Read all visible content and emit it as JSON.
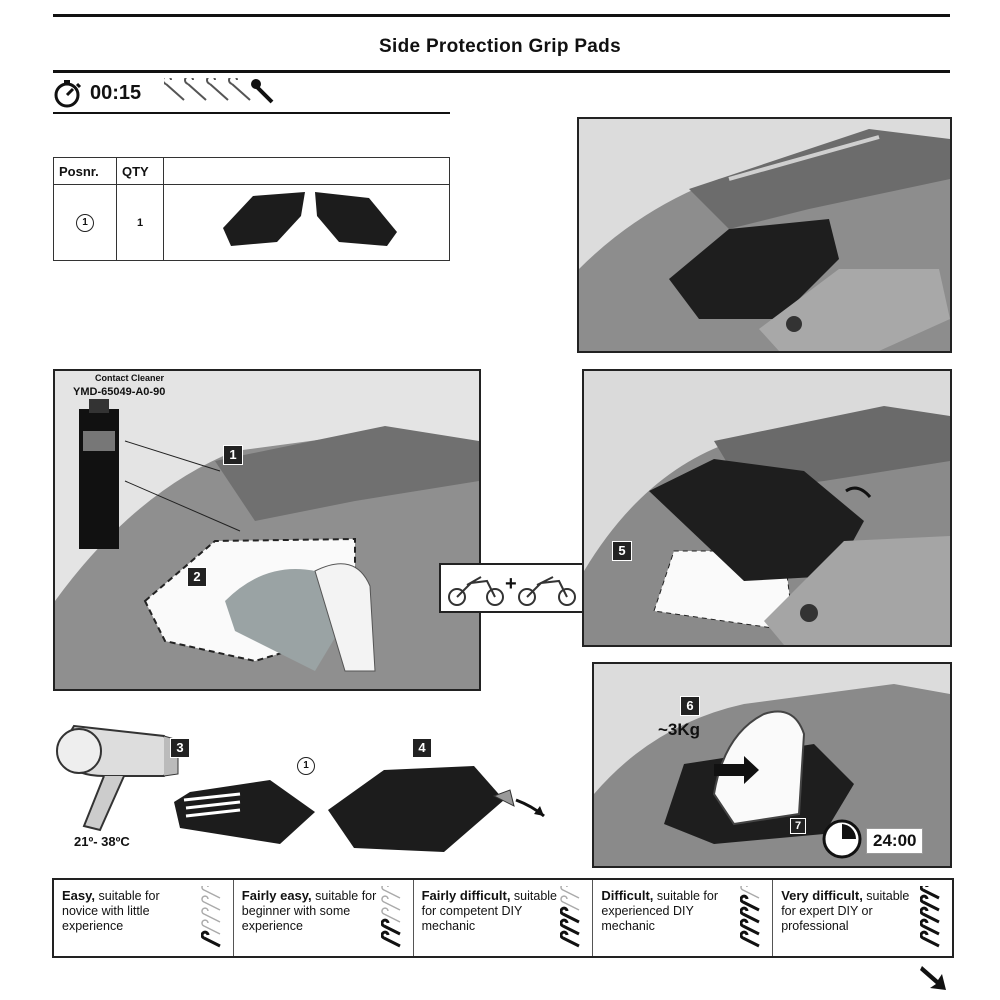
{
  "header": {
    "title": "Side Protection Grip Pads",
    "time": "00:15"
  },
  "parts_table": {
    "col_posnr": "Posnr.",
    "col_qty": "QTY",
    "row": {
      "posnr": "1",
      "qty": "1"
    }
  },
  "cleaner": {
    "label": "Contact Cleaner",
    "part_number": "YMD-65049-A0-90"
  },
  "steps": {
    "s1": "1",
    "s2": "2",
    "s3": "3",
    "s4": "4",
    "s5": "5",
    "s6": "6",
    "s7": "7",
    "temperature": "21º- 38ºC",
    "part_ref": "1",
    "force": "~3Kg",
    "wait_time": "24:00",
    "plus": "+"
  },
  "difficulty": [
    {
      "bold": "Easy,",
      "text": " suitable for novice with little experience",
      "wrenches": 1
    },
    {
      "bold": "Fairly easy,",
      "text": " suitable for beginner with some experience",
      "wrenches": 2
    },
    {
      "bold": "Fairly difficult,",
      "text": " suitable for competent DIY mechanic",
      "wrenches": 3
    },
    {
      "bold": "Difficult,",
      "text": " suitable for experienced DIY mechanic",
      "wrenches": 4
    },
    {
      "bold": "Very difficult,",
      "text": " suitable for expert DIY or professional",
      "wrenches": 5
    }
  ],
  "colors": {
    "ink": "#111111",
    "panel_bg": "#e9e9e9",
    "pad": "#1c1c1c"
  }
}
